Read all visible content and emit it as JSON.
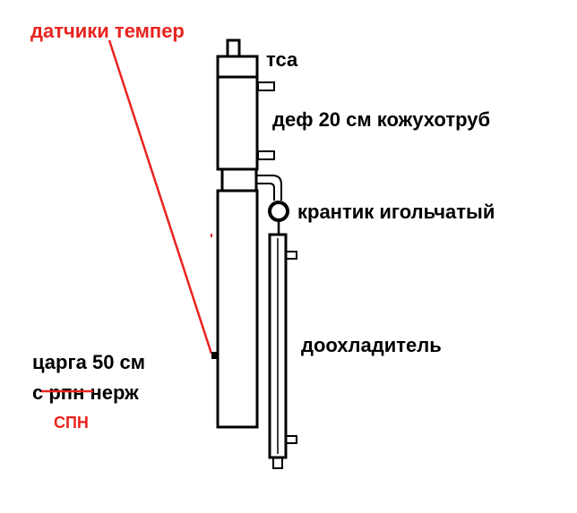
{
  "labels": {
    "sensors": "датчики темпер",
    "tsa": "тса",
    "def": "деф  20 см кожухотруб",
    "valve": "крантик игольчатый",
    "aftercooler": "доохладитель",
    "column_line1": "царга 50 см",
    "column_line2_prefix": "с ",
    "column_line2_struck": "рпн",
    "column_line2_suffix": " нерж",
    "correction": "СПН"
  },
  "colors": {
    "annotation_red": "#e8231f",
    "line": "#000000",
    "background": "#ffffff"
  }
}
